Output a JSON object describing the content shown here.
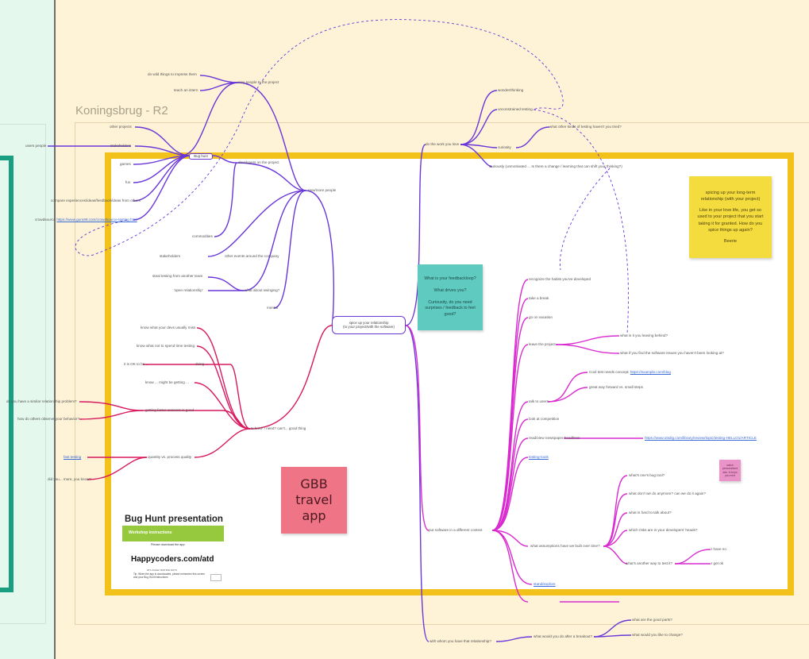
{
  "frame": {
    "title": "Koningsbrug - R2"
  },
  "central": {
    "label_line1": "spice up your relationship",
    "label_line2": "(to your project/with the software)"
  },
  "bug_node": {
    "label": "Bug hunt"
  },
  "stickies": {
    "teal": {
      "line1": "What is your feedbackloop?",
      "line2": "What drives you?",
      "line3": "Curiousity, do you need surprises / feedback to feel good?"
    },
    "yellow": {
      "line1": "spicing up your long-term relationship (with your project)",
      "line2": "Like in your love life, you get so used to your project that you start taking it for granted. How do you spice things up again?",
      "line3": "Beerie"
    },
    "red": {
      "line1": "GBB",
      "line2": "travel",
      "line3": "app"
    },
    "pink": {
      "text": "watch personalised ads, it helps you mint"
    }
  },
  "promo": {
    "title": "Bug Hunt presentation",
    "banner": "Workshop instructions",
    "note": "Please download the app",
    "site": "Happycoders.com/atd",
    "tiny1": "ATC AGILE TESTING DAYS",
    "tiny2": "Tip: When the app is downloaded, please remember this screen and your Bug Hunt instructions"
  },
  "nodes": {
    "n1": "do wild things to impress them",
    "n2": "teach an intern",
    "n3": "new people to the project",
    "n4": "other projects",
    "n5": "stakeholders",
    "n6": "users people",
    "n7": "games",
    "n8": "fun",
    "n9": "compare experiences/ideas/feedback/ideas from others",
    "n10": "crowdsource",
    "n11": "https://www.guru99.com/crowdsource-testing.html",
    "n12": "developers on the project",
    "n13": "new/more people",
    "n14": "commodities",
    "n15": "stakeholders",
    "n16": "other events around the company",
    "n17": "steal testing from another team",
    "n18": "'open relationship'",
    "n19": "what about swinging?",
    "n20": "mentor",
    "n21": "know what your devs usually miss",
    "n22": "know what not to spend time testing",
    "n23": "it is OK to be ...",
    "n24": "doing ...",
    "n25": "know ... might be getting ...",
    "n26": "do you have a similar relationship problem?",
    "n27": "how do others observe your behavior?",
    "n28": "getting faster answers is good",
    "n29": "Is feed- / need? can't... good thing",
    "n30": "fast testing",
    "n31": "did you... more, you know?",
    "n32": "quantity vs. process quality",
    "n33": "do the work you love",
    "n34": "wonder/thinking",
    "n35": "unconstrained testing",
    "n36": "curiosity",
    "n37": "what other kinds of testing haven't you tried?",
    "n38": "Curiously (unmotivated ... Is there a change / learning that can shift your thinking?)",
    "n39": "recognize the habits you've developed",
    "n40": "take a break",
    "n41": "go on vacation",
    "n42": "leave the project",
    "n43": "what is it you leaving behind?",
    "n44": "what if you find the software issues you haven't been looking at?",
    "n45": "Cool test needs concept: ",
    "n46": "https://example.com/blog",
    "n47": "great way forward vs. small steps",
    "n48": "talk to users",
    "n49": "look at competition",
    "n50": "read/view newspaper headlines",
    "n51": "https://www.otsdig.com/library/review/topic/testing-HELLO1/ARTICLE",
    "n52": "testing-tools",
    "n53": "what's one's bug tool?",
    "n54": "what don't we do anymore? can we do it again?",
    "n55": "what is hard to talk about?",
    "n56": "which risks are in your developers' heads?",
    "n57": "put software in a different context",
    "n58": "what assumptions have we built over time?",
    "n59": "what's another way to test it?",
    "n60": "I have no",
    "n61": "I get ok",
    "n62": "stand/explore",
    "n63": "with whom you have that relationship?",
    "n64": "what would you do after a breakout?",
    "n65": "what are the good parts?",
    "n66": "what would you like to change?"
  },
  "colors": {
    "purple": "#6a36d8",
    "magenta": "#d92bd0",
    "crimson": "#d8185f",
    "board_border": "#f2c21a"
  }
}
